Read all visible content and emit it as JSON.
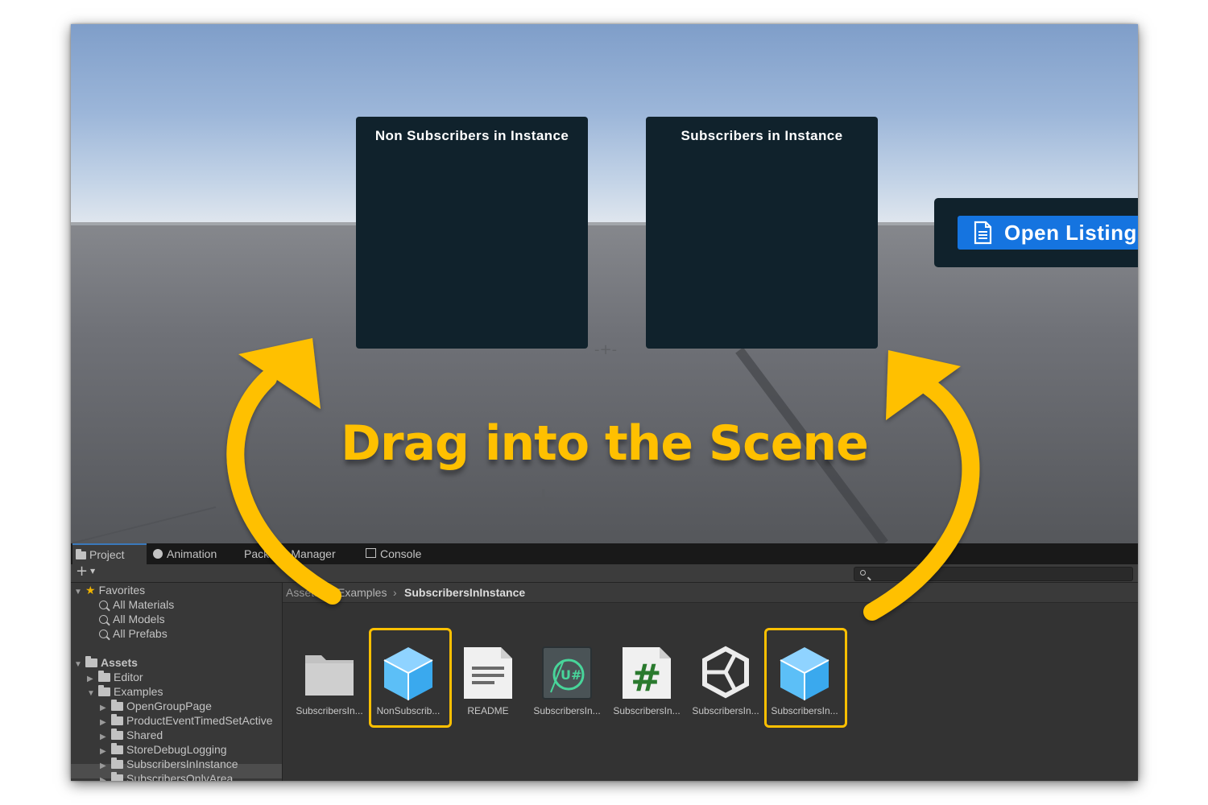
{
  "scene": {
    "panels": [
      {
        "title": "Non Subscribers in Instance"
      },
      {
        "title": "Subscribers in Instance"
      }
    ],
    "listing_button": "Open Listing",
    "callout": "Drag into the Scene"
  },
  "tabs": [
    "Project",
    "Animation",
    "Package Manager",
    "Console"
  ],
  "tree": {
    "favorites": "Favorites",
    "favorite_items": [
      "All Materials",
      "All Models",
      "All Prefabs"
    ],
    "assets": "Assets",
    "editor": "Editor",
    "examples": "Examples",
    "example_items": [
      "OpenGroupPage",
      "ProductEventTimedSetActive",
      "Shared",
      "StoreDebugLogging",
      "SubscribersInInstance",
      "SubscribersOnlyArea"
    ]
  },
  "breadcrumb": {
    "root": "Assets",
    "parent": "Examples",
    "current": "SubscribersInInstance"
  },
  "assets": [
    {
      "label": "SubscribersIn...",
      "icon": "folder-icon"
    },
    {
      "label": "NonSubscrib...",
      "icon": "prefab-cube-icon"
    },
    {
      "label": "README",
      "icon": "text-document-icon"
    },
    {
      "label": "SubscribersIn...",
      "icon": "udon-graph-icon"
    },
    {
      "label": "SubscribersIn...",
      "icon": "csharp-script-icon"
    },
    {
      "label": "SubscribersIn...",
      "icon": "unity-scene-icon"
    },
    {
      "label": "SubscribersIn...",
      "icon": "prefab-cube-icon"
    }
  ],
  "colors": {
    "accent": "#ffc000",
    "panel": "#10222c",
    "button": "#1574e0"
  }
}
